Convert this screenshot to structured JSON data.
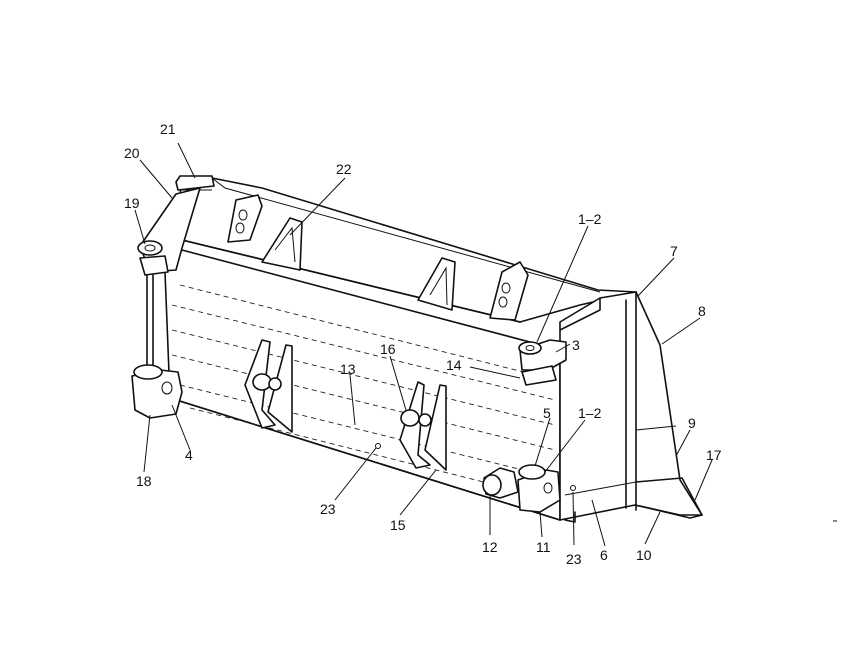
{
  "labels": {
    "l1": "21",
    "l2": "20",
    "l3": "19",
    "l4": "22",
    "l5": "1–2",
    "l6": "7",
    "l7": "8",
    "l8": "3",
    "l9": "16",
    "l10": "14",
    "l11": "13",
    "l12": "5",
    "l13": "1–2",
    "l14": "9",
    "l15": "17",
    "l16": "18",
    "l17": "4",
    "l18": "23",
    "l19": "15",
    "l20": "12",
    "l21": "11",
    "l22": "23",
    "l23": "6",
    "l24": "10"
  }
}
